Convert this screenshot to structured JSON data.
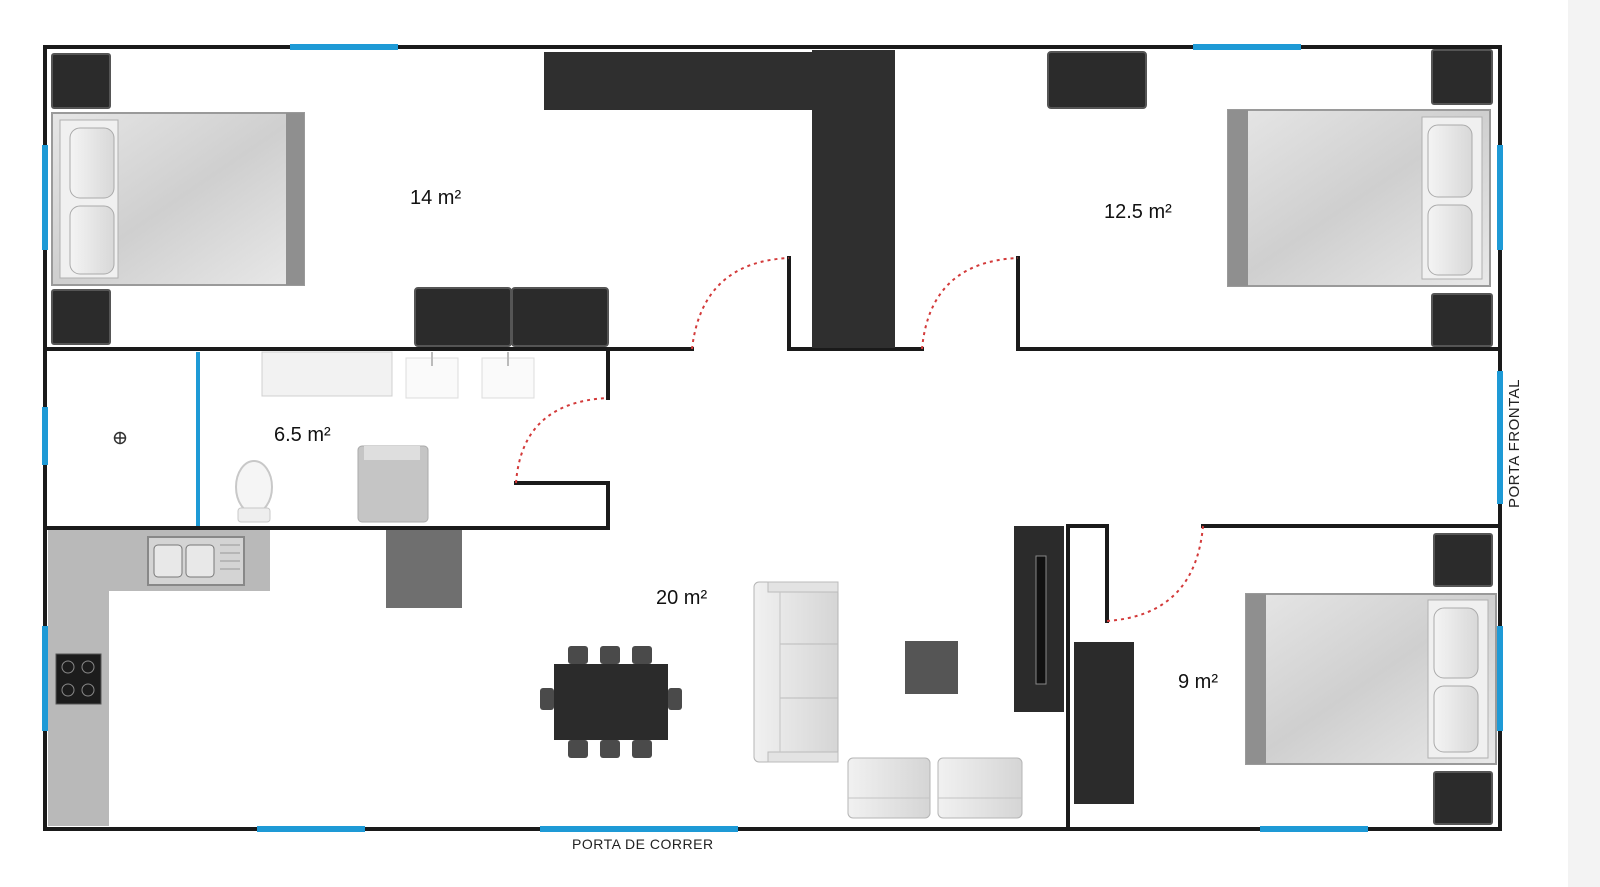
{
  "rooms": {
    "bedroom_top_left": {
      "area": "14 m²"
    },
    "bedroom_top_right": {
      "area": "12.5 m²"
    },
    "bathroom": {
      "area": "6.5 m²"
    },
    "living_room": {
      "area": "20 m²"
    },
    "bedroom_bottom_right": {
      "area": "9 m²"
    }
  },
  "labels": {
    "front_door": "PORTA FRONTAL",
    "sliding_door": "PORTA DE CORRER"
  },
  "colors": {
    "wall": "#1a1a1a",
    "window": "#1e9ad6",
    "furniture_dark": "#2f2f2f",
    "door_swing": "#d33a3a",
    "kitchen_counter": "#b9b9b9"
  },
  "icons": [
    "bed-icon",
    "nightstand-icon",
    "wardrobe-icon",
    "sink-icon",
    "toilet-icon",
    "shower-drain-icon",
    "washing-machine-icon",
    "kitchen-sink-icon",
    "cooktop-icon",
    "dining-table-icon",
    "chair-icon",
    "sofa-icon",
    "armchair-icon",
    "coffee-table-icon",
    "tv-icon"
  ]
}
